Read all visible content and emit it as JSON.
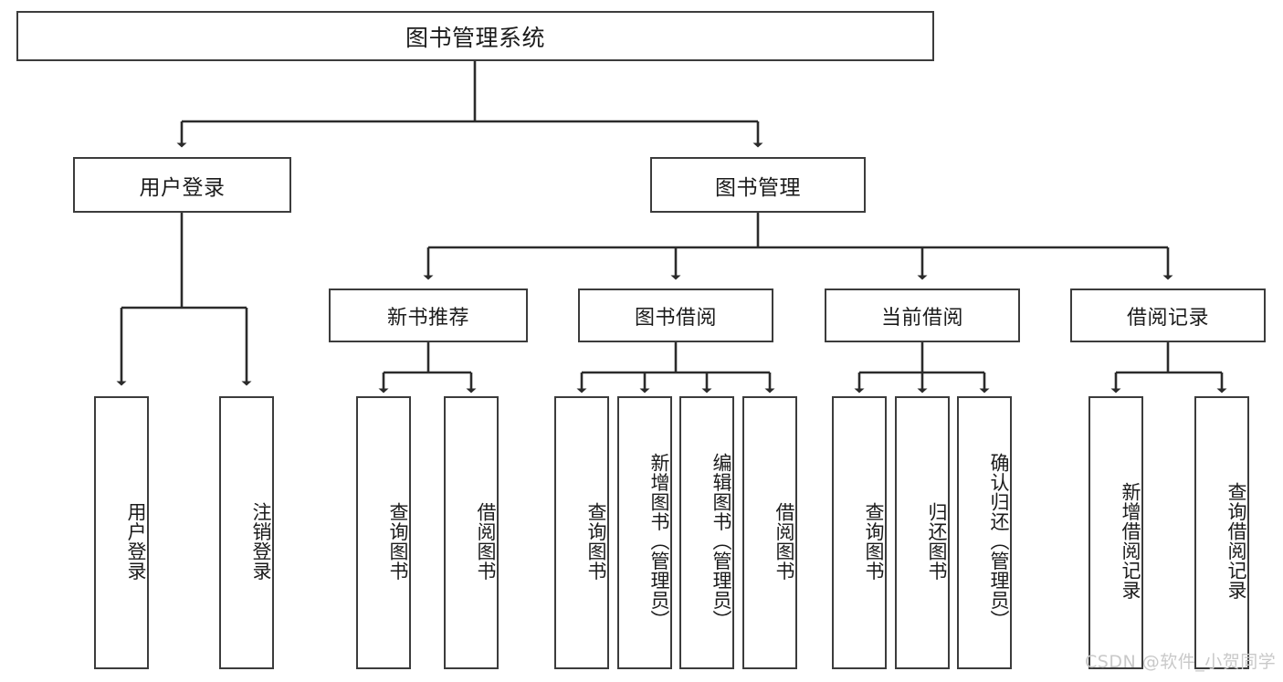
{
  "diagram": {
    "type": "hierarchy-tree",
    "title": "图书管理系统",
    "watermark": "CSDN @软件_小贺同学",
    "colors": {
      "box_border": "#3c3c3c",
      "box_fill": "#ffffff",
      "connector": "#2b2b2b",
      "text": "#1b1b1b",
      "watermark": "#c9c9c9"
    },
    "root": {
      "label": "图书管理系统"
    },
    "level1": [
      {
        "label": "用户登录"
      },
      {
        "label": "图书管理"
      }
    ],
    "user_login_children": [
      {
        "label": "用户登录"
      },
      {
        "label": "注销登录"
      }
    ],
    "book_mgmt_children": [
      {
        "label": "新书推荐"
      },
      {
        "label": "图书借阅"
      },
      {
        "label": "当前借阅"
      },
      {
        "label": "借阅记录"
      }
    ],
    "new_book_children": [
      {
        "label": "查询图书"
      },
      {
        "label": "借阅图书"
      }
    ],
    "borrow_children": [
      {
        "label": "查询图书"
      },
      {
        "label": "新增图书（管理员）"
      },
      {
        "label": "编辑图书（管理员）"
      },
      {
        "label": "借阅图书"
      }
    ],
    "current_borrow_children": [
      {
        "label": "查询图书"
      },
      {
        "label": "归还图书"
      },
      {
        "label": "确认归还（管理员）"
      }
    ],
    "record_children": [
      {
        "label": "新增借阅记录"
      },
      {
        "label": "查询借阅记录"
      }
    ]
  }
}
